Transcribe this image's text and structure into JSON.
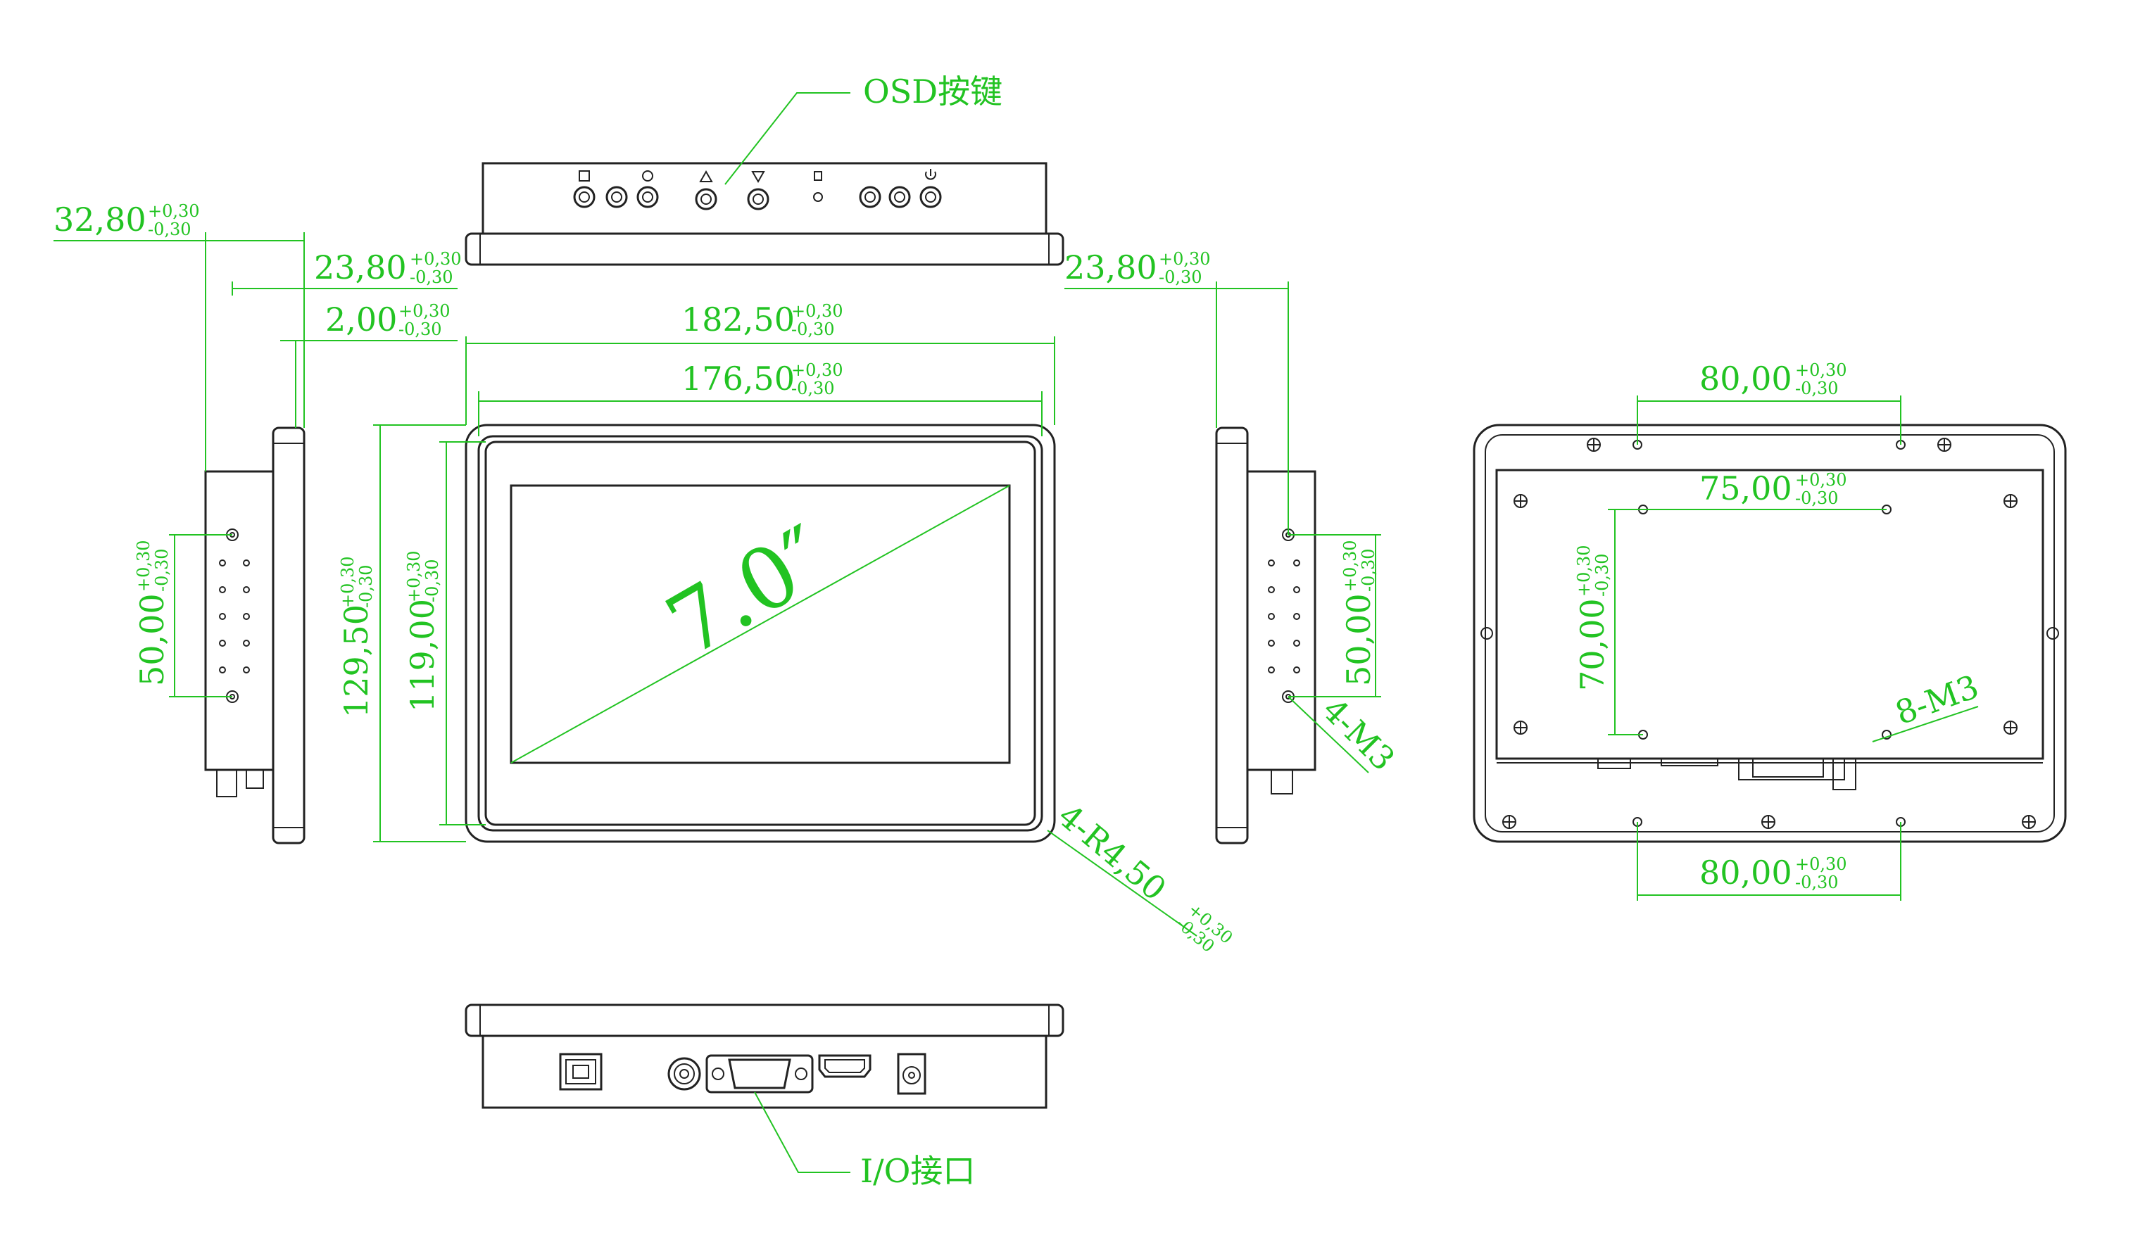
{
  "labels": {
    "osd": "OSD按键",
    "io": "I/O接口",
    "screen_size": "7.0″"
  },
  "tolerance": {
    "plus": "+0,30",
    "minus": "-0,30"
  },
  "dims": {
    "side_depth_total": "32,80",
    "side_depth_body": "23,80",
    "side_front": "2,00",
    "side_depth_body_right": "23,80",
    "width_outer": "182,50",
    "width_inner": "176,50",
    "height_outer": "129,50",
    "height_inner": "119,00",
    "side_hole_pitch_left": "50,00",
    "side_hole_pitch_right": "50,00",
    "side_screws": "4-M3",
    "corner_radius": "4-R4,50",
    "back_top_pitch": "80,00",
    "back_vesa_h": "75,00",
    "back_vesa_v": "70,00",
    "back_screws": "8-M3",
    "back_bottom_pitch": "80,00"
  },
  "osd_buttons": [
    "menu-icon",
    "brightness-icon",
    "up-icon",
    "down-icon",
    "source-icon",
    "led-icon",
    "power-icon"
  ],
  "io_ports": [
    "usb-b-port",
    "audio-jack",
    "vga-port",
    "hdmi-port",
    "dc-power-port"
  ],
  "colors": {
    "dimension": "#22c322",
    "outline": "#222222"
  }
}
